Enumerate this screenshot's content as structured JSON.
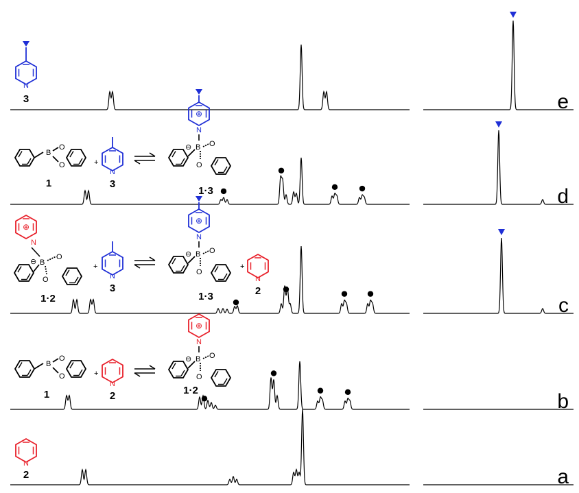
{
  "chart_data": {
    "type": "line",
    "title": "",
    "xlabel": "",
    "ylabel": "",
    "grid": false,
    "axis_ticks": "none",
    "panels": [
      "aromatic-region",
      "methyl-region"
    ],
    "colors": {
      "pyridine": "#e8202a",
      "picoline": "#1f2fd6",
      "line": "#000000",
      "marker": "#000000"
    },
    "series": [
      {
        "name": "e",
        "peaks": [
          {
            "x": 160,
            "h": 26
          },
          {
            "x": 164,
            "h": 26
          },
          {
            "x": 439,
            "h": 95
          },
          {
            "x": 472,
            "h": 26
          },
          {
            "x": 476,
            "h": 26
          }
        ],
        "methyl_peaks": [
          {
            "x": 748,
            "h": 130
          }
        ],
        "markers": [],
        "triangle_markers": [
          {
            "x": 748
          }
        ]
      },
      {
        "name": "d",
        "peaks": [
          {
            "x": 124,
            "h": 20
          },
          {
            "x": 129,
            "h": 20
          },
          {
            "x": 322,
            "h": 7
          },
          {
            "x": 326,
            "h": 10
          },
          {
            "x": 331,
            "h": 7
          },
          {
            "x": 409,
            "h": 38
          },
          {
            "x": 412,
            "h": 34
          },
          {
            "x": 417,
            "h": 14
          },
          {
            "x": 428,
            "h": 18
          },
          {
            "x": 432,
            "h": 16
          },
          {
            "x": 439,
            "h": 68
          },
          {
            "x": 484,
            "h": 12
          },
          {
            "x": 488,
            "h": 15
          },
          {
            "x": 491,
            "h": 12
          },
          {
            "x": 524,
            "h": 10
          },
          {
            "x": 528,
            "h": 13
          },
          {
            "x": 531,
            "h": 10
          }
        ],
        "methyl_peaks": [
          {
            "x": 727,
            "h": 108
          },
          {
            "x": 791,
            "h": 7
          }
        ],
        "markers": [
          {
            "x": 326
          },
          {
            "x": 410
          },
          {
            "x": 488
          },
          {
            "x": 528
          }
        ],
        "triangle_markers": [
          {
            "x": 727
          }
        ]
      },
      {
        "name": "c",
        "peaks": [
          {
            "x": 107,
            "h": 20
          },
          {
            "x": 112,
            "h": 20
          },
          {
            "x": 132,
            "h": 20
          },
          {
            "x": 136,
            "h": 20
          },
          {
            "x": 318,
            "h": 7
          },
          {
            "x": 325,
            "h": 7
          },
          {
            "x": 331,
            "h": 6
          },
          {
            "x": 342,
            "h": 10
          },
          {
            "x": 346,
            "h": 11
          },
          {
            "x": 410,
            "h": 14
          },
          {
            "x": 415,
            "h": 40
          },
          {
            "x": 419,
            "h": 38
          },
          {
            "x": 423,
            "h": 14
          },
          {
            "x": 439,
            "h": 98
          },
          {
            "x": 498,
            "h": 14
          },
          {
            "x": 502,
            "h": 18
          },
          {
            "x": 505,
            "h": 14
          },
          {
            "x": 536,
            "h": 14
          },
          {
            "x": 540,
            "h": 18
          },
          {
            "x": 543,
            "h": 14
          }
        ],
        "methyl_peaks": [
          {
            "x": 731,
            "h": 110
          },
          {
            "x": 791,
            "h": 7
          }
        ],
        "markers": [
          {
            "x": 344
          },
          {
            "x": 417
          },
          {
            "x": 502
          },
          {
            "x": 540
          }
        ],
        "triangle_markers": [
          {
            "x": 731
          }
        ]
      },
      {
        "name": "b",
        "peaks": [
          {
            "x": 97,
            "h": 20
          },
          {
            "x": 101,
            "h": 20
          },
          {
            "x": 291,
            "h": 18
          },
          {
            "x": 296,
            "h": 20
          },
          {
            "x": 303,
            "h": 13
          },
          {
            "x": 308,
            "h": 10
          },
          {
            "x": 314,
            "h": 6
          },
          {
            "x": 395,
            "h": 46
          },
          {
            "x": 399,
            "h": 43
          },
          {
            "x": 404,
            "h": 20
          },
          {
            "x": 437,
            "h": 70
          },
          {
            "x": 463,
            "h": 12
          },
          {
            "x": 467,
            "h": 17
          },
          {
            "x": 470,
            "h": 13
          },
          {
            "x": 503,
            "h": 12
          },
          {
            "x": 507,
            "h": 15
          },
          {
            "x": 510,
            "h": 12
          }
        ],
        "methyl_peaks": [],
        "markers": [
          {
            "x": 298
          },
          {
            "x": 399
          },
          {
            "x": 467
          },
          {
            "x": 507
          }
        ],
        "triangle_markers": []
      },
      {
        "name": "a",
        "peaks": [
          {
            "x": 120,
            "h": 22
          },
          {
            "x": 125,
            "h": 22
          },
          {
            "x": 335,
            "h": 8
          },
          {
            "x": 340,
            "h": 12
          },
          {
            "x": 345,
            "h": 8
          },
          {
            "x": 428,
            "h": 18
          },
          {
            "x": 432,
            "h": 22
          },
          {
            "x": 436,
            "h": 18
          },
          {
            "x": 441,
            "h": 110
          }
        ],
        "methyl_peaks": [],
        "markers": [],
        "triangle_markers": []
      }
    ]
  },
  "compound_labels": {
    "e_picoline": "3",
    "d_phenylboronate": "1",
    "d_picoline": "3",
    "d_adduct": "1·3",
    "c_pyridine_adduct": "1·2",
    "c_picoline": "3",
    "c_adduct": "1·3",
    "c_pyridine": "2",
    "b_phenylboronate": "1",
    "b_pyridine": "2",
    "b_adduct": "1·2",
    "a_pyridine": "2"
  },
  "plus_sign": "+",
  "ring_labels": {
    "nitrogen": "N",
    "boron": "B",
    "oxygen": "O",
    "plus": "⊕",
    "minus": "⊖"
  }
}
